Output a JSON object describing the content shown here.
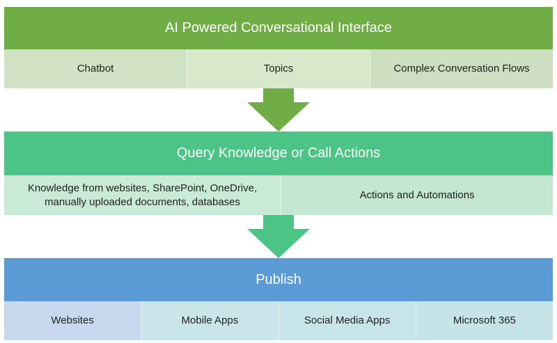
{
  "colors": {
    "section1": "#71ad47",
    "section2": "#4bc486",
    "section3": "#5a9bd5"
  },
  "sections": [
    {
      "title": "AI Powered Conversational Interface",
      "items": [
        "Chatbot",
        "Topics",
        "Complex Conversation Flows"
      ]
    },
    {
      "title": "Query Knowledge or Call Actions",
      "items": [
        "Knowledge from websites, SharePoint, OneDrive, manually uploaded documents, databases",
        "Actions and Automations"
      ]
    },
    {
      "title": "Publish",
      "items": [
        "Websites",
        "Mobile Apps",
        "Social Media Apps",
        "Microsoft 365"
      ]
    }
  ],
  "arrows": [
    "down-arrow-icon",
    "down-arrow-icon"
  ]
}
